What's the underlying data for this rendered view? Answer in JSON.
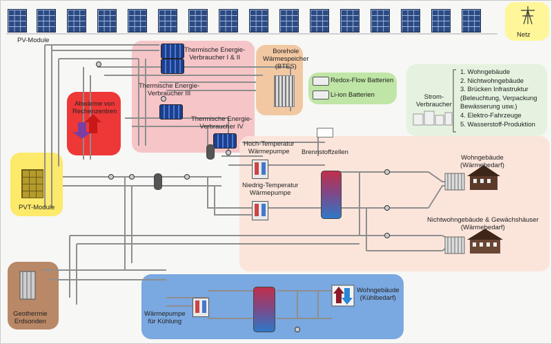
{
  "labels": {
    "pv_module": "PV-Module",
    "netz": "Netz",
    "thermal_1_2": "Thermische Energie-\nVerbraucher I & II",
    "borehole": "Borehole\nWärmespeicher\n(BTES)",
    "thermal_3": "Thermische Energie-\nVerbraucher III",
    "abwaerme": "Abwärme von\nRechenzentren",
    "thermal_4": "Thermische Energie-\nVerbraucher IV",
    "redox": "Redox-Flow Batterien",
    "liion": "Li-ion Batterien",
    "strom_verbraucher": "Strom-\nVerbraucher",
    "hoch_wp": "Hoch-Temperatur\nWärmepumpe",
    "brennstoff": "Brennstoffzellen",
    "niedrig_wp": "Niedrig-Temperatur\nWärmepumpe",
    "pvt": "PVT-Module",
    "wohn_waerme": "Wohngebäude\n(Wärmebedarf)",
    "nichtwohn_waerme": "Nichtwohngebäude & Gewächshäuser\n(Wärmebedarf)",
    "geothermie": "Geothermie\nErdsonden",
    "wp_kuehlung": "Wärmepumpe\nfür Kühlung",
    "wohn_kuehl": "Wohngebäude\n(Kühlbedarf)"
  },
  "strom_list": [
    "1. Wohngebäude",
    "2. Nichtwohngebäude",
    "3. Brücken Infrastruktur",
    "(Beleuchtung, Verpackung",
    "Bewässerung usw.)",
    "4. Elektro-Fahrzeuge",
    "5. Wasserstoff-Produktion"
  ],
  "colors": {
    "zone_yellow": "#fff27a",
    "zone_pink": "#f7b8bc",
    "zone_orange": "#f3c9a4",
    "zone_green": "#c8ecb0",
    "zone_red": "#ee3a3a",
    "zone_brown": "#b07a5e",
    "zone_blue": "#6f9fdb",
    "zone_peach": "#f9ddd3",
    "zone_mint": "#e3f1dd",
    "pipe": "#8a8a8a"
  }
}
